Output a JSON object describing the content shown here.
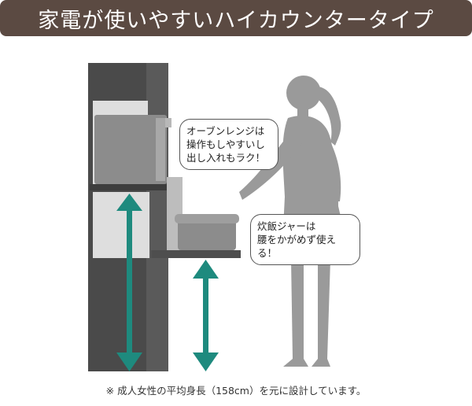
{
  "header": {
    "title": "家電が使いやすいハイカウンタータイプ"
  },
  "callouts": {
    "microwave": "オーブンレンジは\n操作もしやすいし\n出し入れもラク！",
    "rice_cooker": "炊飯ジャーは\n腰をかがめず使える！"
  },
  "footnote": "※ 成人女性の平均身長（158cm）を元に設計しています。",
  "colors": {
    "header_bg": "#5b4a42",
    "cabinet_dark": "#4a4a4a",
    "cabinet_light": "#dcdcdc",
    "appliance": "#8c8c8c",
    "person": "#9a9a9a",
    "arrow": "#1e8a7e"
  }
}
